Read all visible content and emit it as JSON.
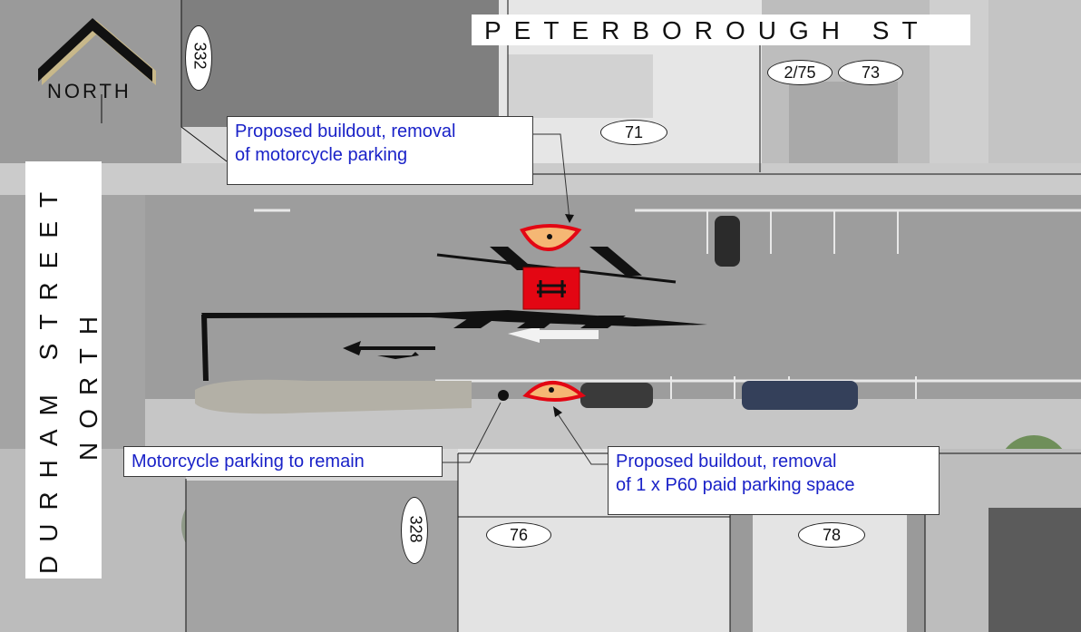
{
  "map": {
    "north_label": "NORTH",
    "streets": {
      "top": "PETERBOROUGH ST",
      "left_line1": "DURHAM STREET",
      "left_line2": "NORTH"
    },
    "annotations": {
      "buildout_north": [
        "Proposed buildout, removal",
        "of motorcycle parking"
      ],
      "motorcycle_remain": "Motorcycle parking to remain",
      "buildout_south": [
        "Proposed buildout, removal",
        "of 1 x P60 paid parking space"
      ]
    },
    "property_numbers": [
      "332",
      "2/75",
      "73",
      "71",
      "328",
      "76",
      "78"
    ],
    "colors": {
      "buildout_red": "#e30613",
      "buildout_fill": "#f5b774",
      "annotation_text": "#1a22c8",
      "marking_black": "#111111"
    },
    "icons": [
      "north-arrow-icon",
      "traffic-arrow-icon"
    ]
  }
}
